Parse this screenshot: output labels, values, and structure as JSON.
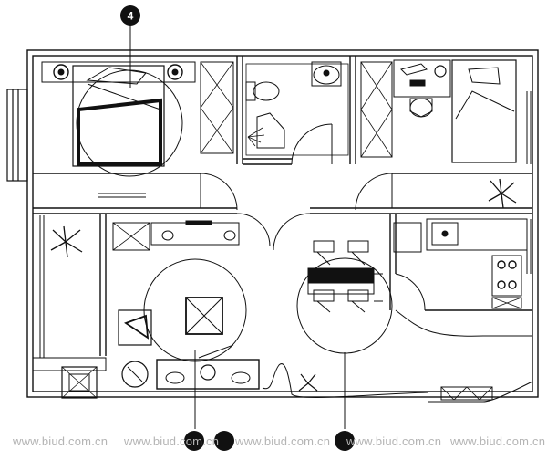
{
  "markers": {
    "top": "4",
    "bottom_1": "",
    "bottom_2": "",
    "bottom_3": ""
  },
  "watermarks": [
    "www.biud.com.cn",
    "www.biud.com.cn",
    "www.biud.com.cn",
    "www.biud.com.cn",
    "www.biud.com.cn"
  ]
}
